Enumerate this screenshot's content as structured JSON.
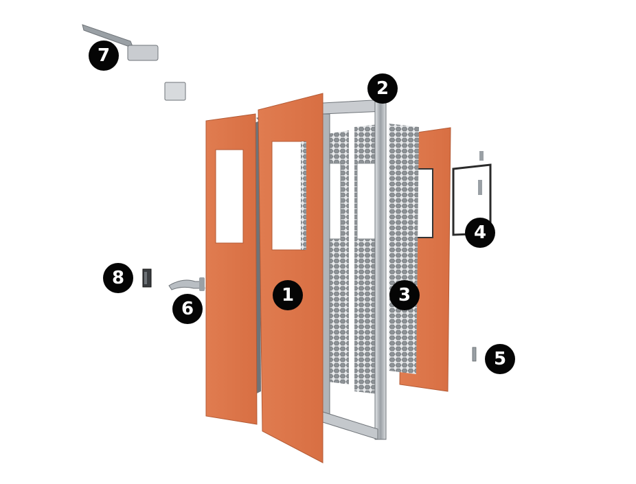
{
  "diagram": {
    "colors": {
      "panel": "#d9744a",
      "panel_edge": "#b35a35",
      "frame": "#b9bec3",
      "frame_dark": "#7c8287",
      "core": "#9a9ea2",
      "badge": "#050505"
    },
    "callouts": [
      {
        "id": "door-panel",
        "label": "1"
      },
      {
        "id": "door-frame",
        "label": "2"
      },
      {
        "id": "honeycomb-core",
        "label": "3"
      },
      {
        "id": "window-frame",
        "label": "4"
      },
      {
        "id": "hinge",
        "label": "5"
      },
      {
        "id": "door-handle",
        "label": "6"
      },
      {
        "id": "door-closer",
        "label": "7"
      },
      {
        "id": "door-lock",
        "label": "8"
      }
    ]
  }
}
